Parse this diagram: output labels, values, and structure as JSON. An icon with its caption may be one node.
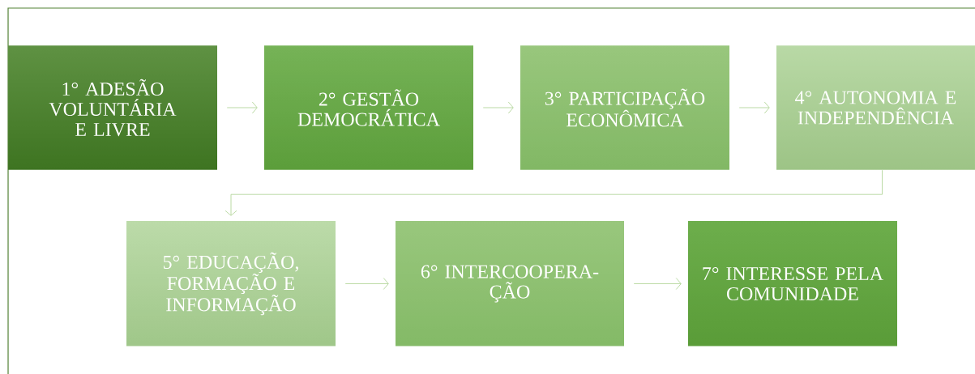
{
  "diagram": {
    "nodes": [
      {
        "text": [
          "1° ADESÃO VOLUNTÁRIA E LIVRE"
        ]
      },
      {
        "text": [
          "2° GESTÃO DEMOCRÁTICA"
        ]
      },
      {
        "text": [
          "3° PARTICIPAÇÃO ECONÔMICA"
        ]
      },
      {
        "text": [
          "4° AUTONOMIA E INDEPENDÊNCIA"
        ]
      },
      {
        "text": [
          "5° EDUCAÇÃO, FORMAÇÃO E INFORMAÇÃO"
        ]
      },
      {
        "text": [
          "6° INTERCOOPERA- ÇÃO"
        ]
      },
      {
        "text": [
          "7° INTERESSE PELA COMUNIDADE"
        ]
      }
    ],
    "edges": [
      {
        "from": 0,
        "to": 1,
        "arrow": "to"
      },
      {
        "from": 1,
        "to": 2,
        "arrow": "to"
      },
      {
        "from": 2,
        "to": 3,
        "arrow": "to"
      },
      {
        "from": 3,
        "to": 4,
        "arrow": "to"
      },
      {
        "from": 4,
        "to": 5,
        "arrow": "to"
      },
      {
        "from": 5,
        "to": 6,
        "arrow": "to"
      }
    ]
  }
}
